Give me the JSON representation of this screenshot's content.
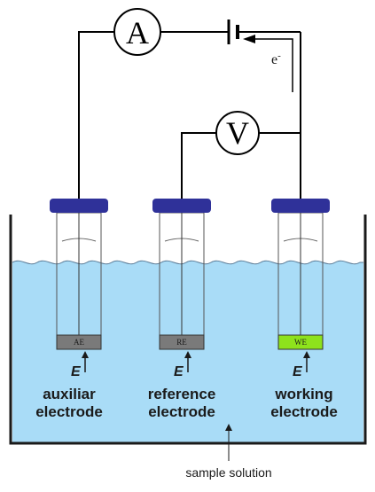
{
  "meters": {
    "ammeter": "A",
    "voltmeter": "V"
  },
  "electron": {
    "symbol": "e",
    "charge": "-"
  },
  "electrodes": [
    {
      "tip": "AE",
      "potential": "E",
      "label_line1": "auxiliar",
      "label_line2": "electrode",
      "tip_color": "#7a7a7a"
    },
    {
      "tip": "RE",
      "potential": "E",
      "label_line1": "reference",
      "label_line2": "electrode",
      "tip_color": "#7a7a7a"
    },
    {
      "tip": "WE",
      "potential": "E",
      "label_line1": "working",
      "label_line2": "electrode",
      "tip_color": "#8ee21c"
    }
  ],
  "solution": {
    "label": "sample solution",
    "color": "#a9dcf7"
  },
  "colors": {
    "cap": "#2f3199",
    "wire": "#000000"
  }
}
